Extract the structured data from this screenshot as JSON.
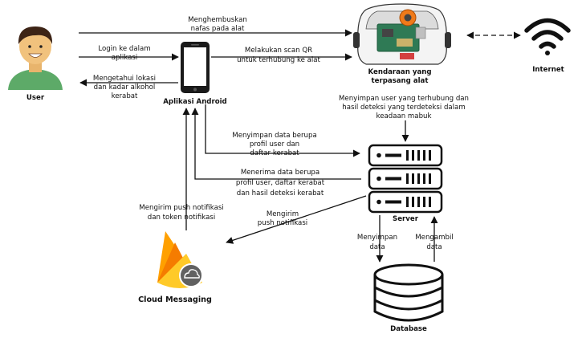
{
  "nodes": {
    "user": "User",
    "android": "Aplikasi Android",
    "car_line1": "Kendaraan yang",
    "car_line2": "terpasang alat",
    "internet": "Internet",
    "server": "Server",
    "database": "Database",
    "fcm": "Cloud Messaging"
  },
  "edges": {
    "breath_l1": "Menghembuskan",
    "breath_l2": "nafas pada alat",
    "login_l1": "Login ke dalam",
    "login_l2": "aplikasi",
    "info_l1": "Mengetahui lokasi",
    "info_l2": "dan kadar alkohol",
    "info_l3": "kerabat",
    "scan_l1": "Melakukan scan QR",
    "scan_l2": "untuk terhubung ke alat",
    "car_srv_l1": "Menyimpan user yang terhubung dan",
    "car_srv_l2": "hasil deteksi yang terdeteksi dalam",
    "car_srv_l3": "keadaan mabuk",
    "save_l1": "Menyimpan data berupa",
    "save_l2": "profil user dan",
    "save_l3": "daftar kerabat",
    "recv_l1": "Menerima data berupa",
    "recv_l2": "profil user, daftar kerabat",
    "recv_l3": "dan hasil deteksi kerabat",
    "push_l1": "Mengirim",
    "push_l2": "push notifikasi",
    "token_l1": "Mengirim push notifikasi",
    "token_l2": "dan token notifikasi",
    "db_save_l1": "Menyimpan",
    "db_save_l2": "data",
    "db_get_l1": "Mengambil",
    "db_get_l2": "data"
  },
  "colors": {
    "skin": "#f1c27d",
    "hair": "#3d2416",
    "shirt": "#5daa68",
    "phone": "#1a1a1a",
    "firebase_dark": "#f57c00",
    "firebase_mid": "#ffa000",
    "firebase_light": "#ffca28",
    "cloud_badge": "#616161"
  },
  "icons": [
    "user-avatar-icon",
    "smartphone-icon",
    "car-device-icon",
    "wifi-icon",
    "server-rack-icon",
    "database-icon",
    "firebase-icon"
  ]
}
